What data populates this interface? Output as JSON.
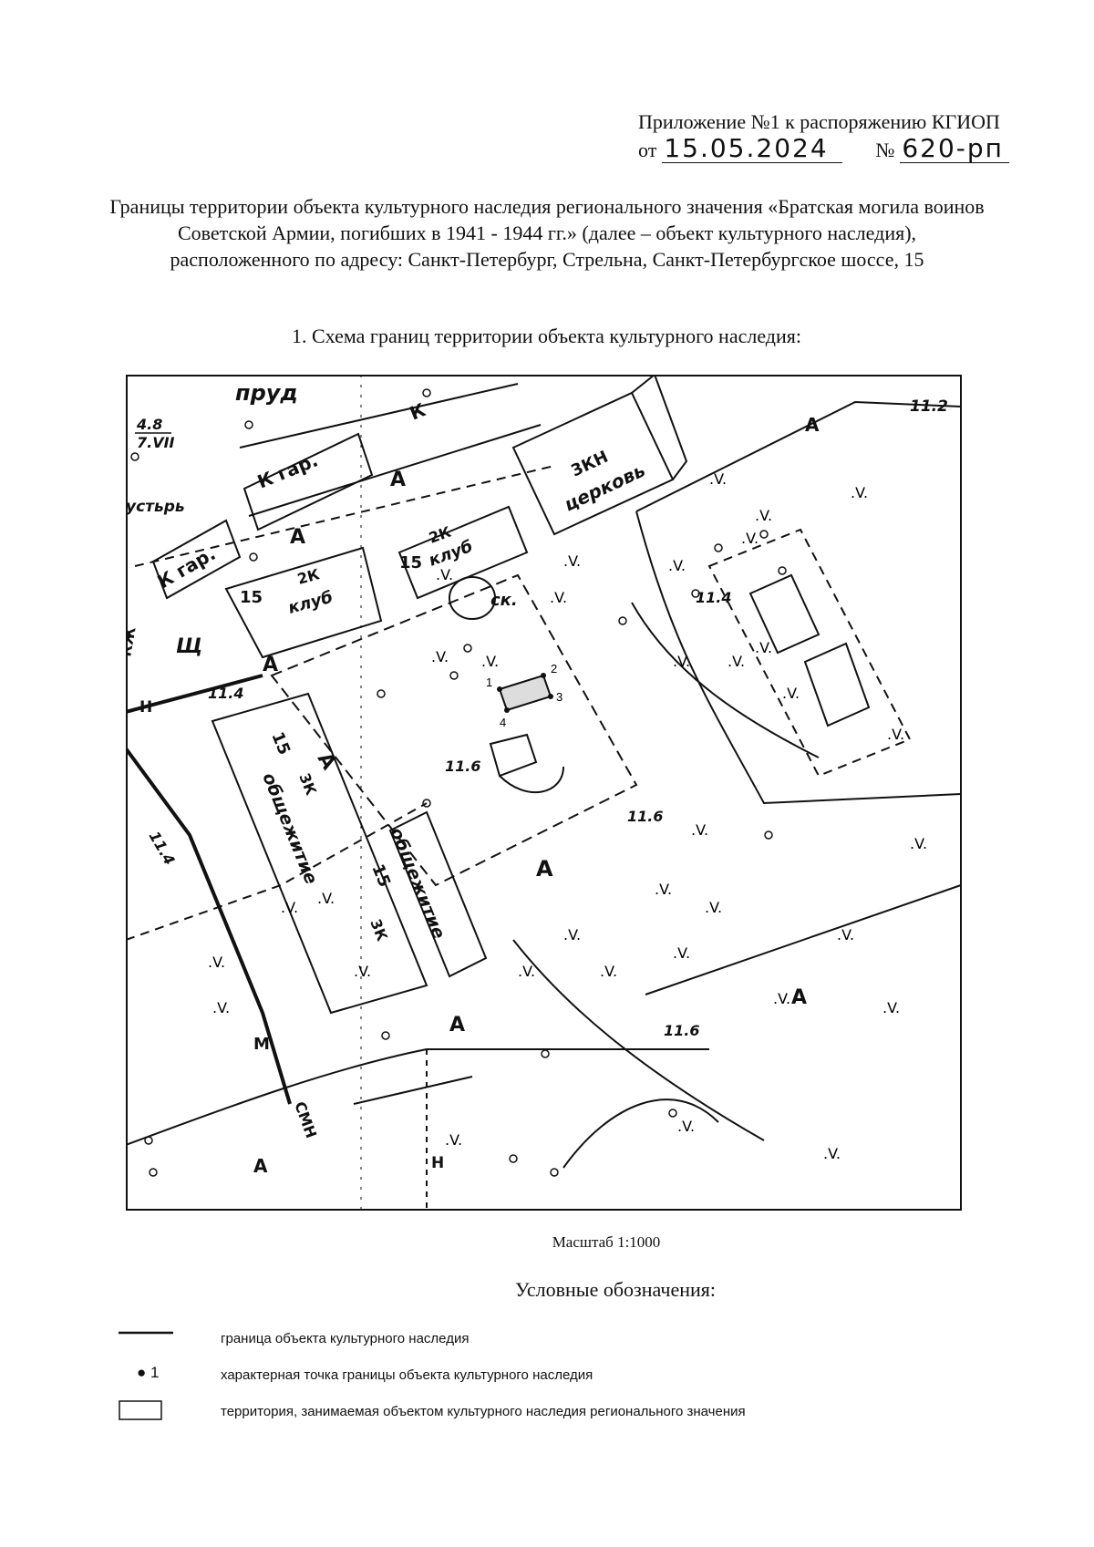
{
  "header": {
    "appendix": "Приложение №1 к распоряжению КГИОП",
    "from_prefix": "от",
    "date": "15.05.2024",
    "number_prefix": "№",
    "number": "620-рп"
  },
  "title": "Границы территории объекта культурного наследия регионального значения «Братская могила воинов Советской Армии, погибших в 1941 - 1944 гг.» (далее – объект культурного наследия), расположенного по адресу: Санкт-Петербург, Стрельна, Санкт-Петербургское шоссе, 15",
  "section_heading": "1.  Схема границ территории объекта культурного наследия:",
  "map": {
    "labels": {
      "pond": "пруд",
      "elev_4_8": "4.8",
      "elev_7_vii": "7.VII",
      "elev_11_2": "11.2",
      "elev_11_4a": "11.4",
      "elev_11_4b": "11.4",
      "elev_11_4c": "11.4",
      "elev_11_6a": "11.6",
      "elev_11_6b": "11.6",
      "elev_11_6c": "11.6",
      "garage_1": "К гар.",
      "garage_2": "К гар.",
      "church": "церковь",
      "church_floors": "3КН",
      "club_1": "клуб",
      "club_1_floors": "2К",
      "club_2": "клуб",
      "club_2_floors": "2К",
      "house_num_1": "15",
      "house_num_2": "15",
      "house_num_3": "15",
      "house_num_4": "15",
      "dorm_1": "общежитие",
      "dorm_1_floors": "3К",
      "dorm_2": "общежитие",
      "dorm_2_floors": "3К",
      "sk": "ск.",
      "k_top": "К",
      "a_1": "А",
      "a_2": "А",
      "a_3": "А",
      "a_4": "А",
      "a_5": "А",
      "a_6": "А",
      "a_7": "А",
      "a_8": "А",
      "a_9": "А",
      "shch": "Щ",
      "kzhi": "КЖ",
      "n_1": "Н",
      "n_2": "Н",
      "m": "М",
      "smn": "СМН",
      "ustye": "устьрь"
    },
    "points": [
      "1",
      "2",
      "3",
      "4"
    ]
  },
  "scale": "Масштаб 1:1000",
  "legend": {
    "title": "Условные обозначения:",
    "point_sym": "1",
    "items": [
      "граница объекта культурного наследия",
      "характерная точка границы объекта культурного наследия",
      "территория, занимаемая объектом культурного наследия регионального значения"
    ]
  }
}
